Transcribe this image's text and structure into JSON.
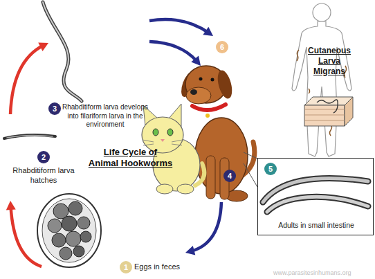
{
  "diagram": {
    "title": "Life Cycle of Animal Hookworms",
    "nodes": [
      {
        "text": [
          "1",
          "Eggs in feces"
        ]
      },
      {
        "text": [
          "2",
          "Rhabditiform larva hatches"
        ]
      },
      {
        "text": [
          "3",
          "Rhabditiform larva develops into filariform larva in the environment"
        ]
      },
      {
        "text": [
          "4"
        ]
      },
      {
        "text": [
          "5",
          "Adults in small intestine"
        ]
      },
      {
        "text": [
          "6",
          "Cutaneous Larva Migrans"
        ]
      }
    ],
    "edges": [
      {
        "from": 0,
        "to": 1,
        "arrow": "to"
      },
      {
        "from": 1,
        "to": 2,
        "arrow": "to"
      },
      {
        "from": 2,
        "to": 5,
        "arrow": "to"
      },
      {
        "from": 2,
        "to": 3,
        "arrow": "to"
      },
      {
        "from": 3,
        "to": 0,
        "arrow": "to"
      }
    ],
    "labels": [
      "www.parasitesinhumans.org"
    ]
  }
}
